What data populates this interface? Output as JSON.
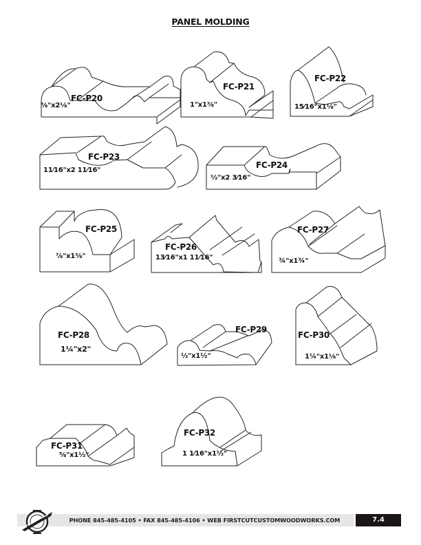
{
  "page": {
    "title": "PANEL MOLDING",
    "page_number": "7.4"
  },
  "profiles": [
    {
      "code": "FC-P20",
      "size": "⅝\"x2⅛\""
    },
    {
      "code": "FC-P21",
      "size": "1\"x1⅜\""
    },
    {
      "code": "FC-P22",
      "size": "15⁄16\"x1⅛\""
    },
    {
      "code": "FC-P23",
      "size": "11⁄16\"x2 11⁄16\""
    },
    {
      "code": "FC-P24",
      "size": "½\"x2 3⁄16\""
    },
    {
      "code": "FC-P25",
      "size": "⅞\"x1⅜\""
    },
    {
      "code": "FC-P26",
      "size": "13⁄16\"x1 11⁄16\""
    },
    {
      "code": "FC-P27",
      "size": "¾\"x1¾\""
    },
    {
      "code": "FC-P28",
      "size": "1¼\"x2\""
    },
    {
      "code": "FC-P29",
      "size": "½\"x1½\""
    },
    {
      "code": "FC-P30",
      "size": "1¼\"x1⅛\""
    },
    {
      "code": "FC-P31",
      "size": "⅝\"x1½\""
    },
    {
      "code": "FC-P32",
      "size": "1 1⁄16\"x1½\""
    }
  ],
  "footer": {
    "contact": "PHONE 845-485-4105  •  FAX 845-485-4106  •  WEB FIRSTCUTCUSTOMWOODWORKS.COM",
    "logo": "First Cut Custom Woodworks logo"
  }
}
